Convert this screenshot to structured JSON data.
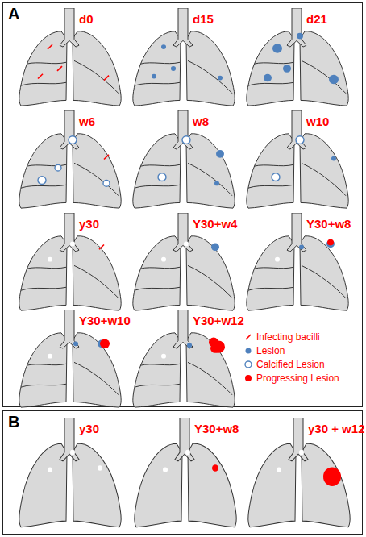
{
  "diagram": {
    "nodes": [
      {
        "text": [
          "A"
        ]
      },
      {
        "text": [
          "d0"
        ],
        "in": 0
      },
      {
        "text": [
          "d15"
        ],
        "in": 0
      },
      {
        "text": [
          "d21"
        ],
        "in": 0
      },
      {
        "text": [
          "w6"
        ],
        "in": 0
      },
      {
        "text": [
          "w8"
        ],
        "in": 0
      },
      {
        "text": [
          "w10"
        ],
        "in": 0
      },
      {
        "text": [
          "y30"
        ],
        "in": 0
      },
      {
        "text": [
          "Y30+w4"
        ],
        "in": 0
      },
      {
        "text": [
          "Y30+w8"
        ],
        "in": 0
      },
      {
        "text": [
          "Y30+w10"
        ],
        "in": 0
      },
      {
        "text": [
          "Y30+w12"
        ],
        "in": 0
      },
      {
        "text": [
          "B"
        ]
      },
      {
        "text": [
          "y30"
        ],
        "in": 12
      },
      {
        "text": [
          "Y30+w8"
        ],
        "in": 12
      },
      {
        "text": [
          "y30 + w12"
        ],
        "in": 12
      }
    ],
    "legend": [
      {
        "text": "Infecting bacilli"
      },
      {
        "text": "Lesion"
      },
      {
        "text": "Calcified Lesion"
      },
      {
        "text": "Progressing Lesion"
      }
    ]
  }
}
